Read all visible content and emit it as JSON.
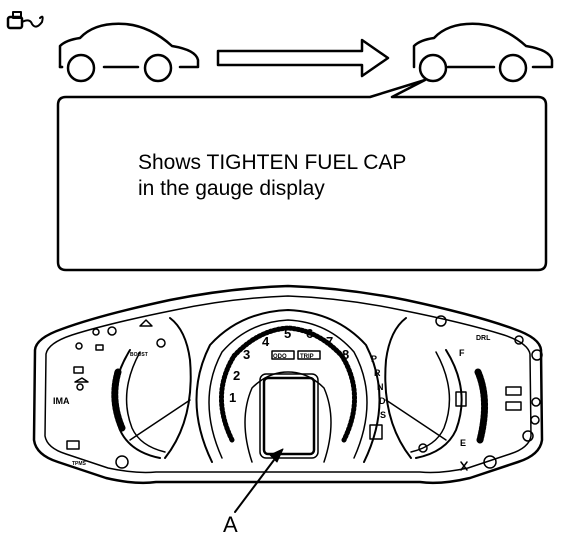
{
  "callout": {
    "line1": "Shows TIGHTEN FUEL CAP",
    "line2": "in the gauge display"
  },
  "labels": {
    "display_label": "A"
  },
  "cluster": {
    "speed_marks": [
      "1",
      "2",
      "3",
      "4",
      "5",
      "6",
      "7",
      "8"
    ],
    "gear_letters": [
      "P",
      "R",
      "N",
      "D",
      "S"
    ],
    "fuel_full": "F",
    "fuel_empty": "E",
    "drl": "DRL",
    "boost": "BOOST",
    "tpms": "TPMS",
    "ima": "IMA",
    "odometer_left": "ODO",
    "odometer_right": "TRIP",
    "icons": [
      "fuel-cap-icon",
      "car-icon",
      "arrow-right-icon",
      "battery-icon",
      "oil-icon",
      "seatbelt-icon",
      "airbag-icon",
      "tire-pressure-icon",
      "brake-icon",
      "headlight-icon",
      "key-icon",
      "engine-icon"
    ]
  },
  "colors": {
    "line": "#000000",
    "background": "#ffffff"
  }
}
